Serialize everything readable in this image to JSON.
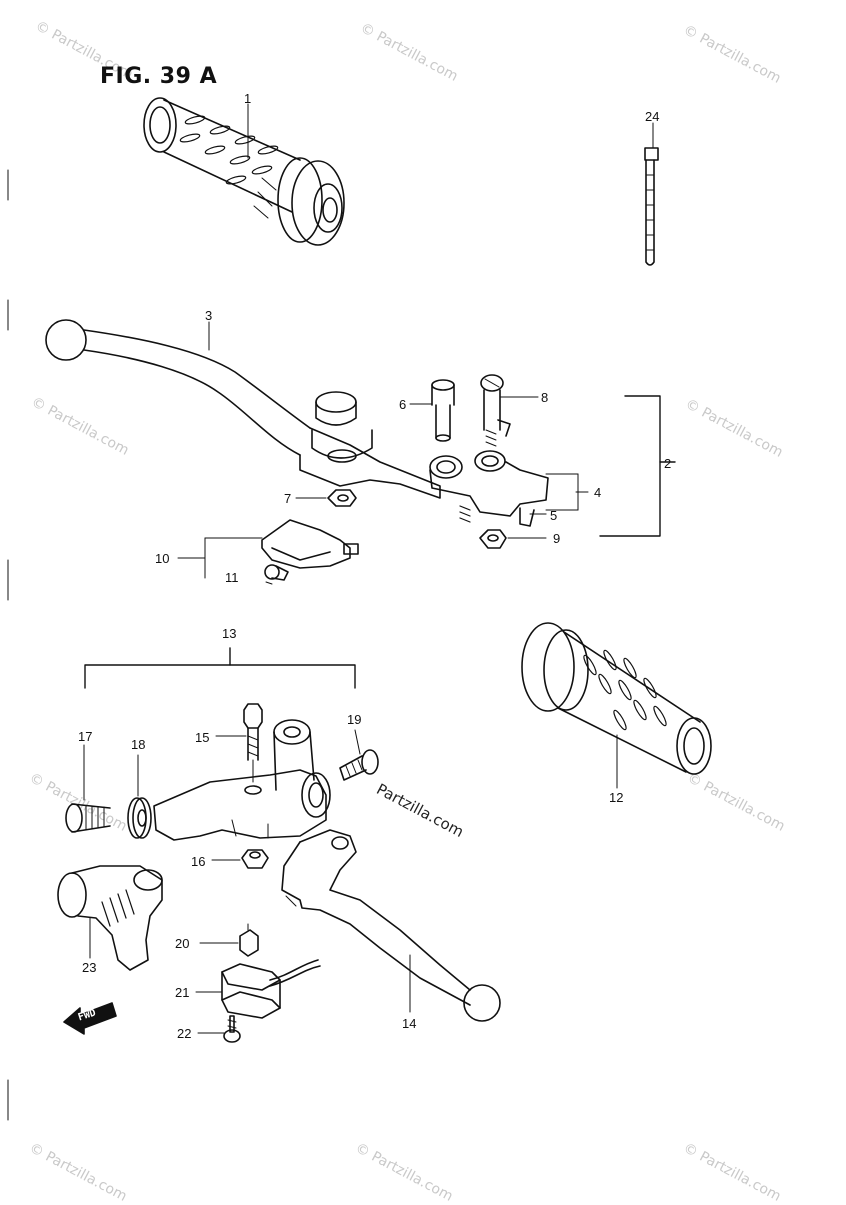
{
  "figure": {
    "title": "FIG. 39 A",
    "watermark": "© Partzilla.com",
    "watermark_center": "Partzilla.com",
    "fwd_arrow": "FWD"
  },
  "parts": [
    {
      "id": "p1",
      "number": "1"
    },
    {
      "id": "p2",
      "number": "2"
    },
    {
      "id": "p3",
      "number": "3"
    },
    {
      "id": "p4",
      "number": "4"
    },
    {
      "id": "p5",
      "number": "5"
    },
    {
      "id": "p6",
      "number": "6"
    },
    {
      "id": "p7",
      "number": "7"
    },
    {
      "id": "p8",
      "number": "8"
    },
    {
      "id": "p9",
      "number": "9"
    },
    {
      "id": "p10",
      "number": "10"
    },
    {
      "id": "p11",
      "number": "11"
    },
    {
      "id": "p12",
      "number": "12"
    },
    {
      "id": "p13",
      "number": "13"
    },
    {
      "id": "p14",
      "number": "14"
    },
    {
      "id": "p15",
      "number": "15"
    },
    {
      "id": "p16",
      "number": "16"
    },
    {
      "id": "p17",
      "number": "17"
    },
    {
      "id": "p18",
      "number": "18"
    },
    {
      "id": "p19",
      "number": "19"
    },
    {
      "id": "p20",
      "number": "20"
    },
    {
      "id": "p21",
      "number": "21"
    },
    {
      "id": "p22",
      "number": "22"
    },
    {
      "id": "p23",
      "number": "23"
    },
    {
      "id": "p24",
      "number": "24"
    }
  ],
  "colors": {
    "line": "#111111",
    "watermark": "#c9c9c9",
    "background": "#ffffff"
  }
}
